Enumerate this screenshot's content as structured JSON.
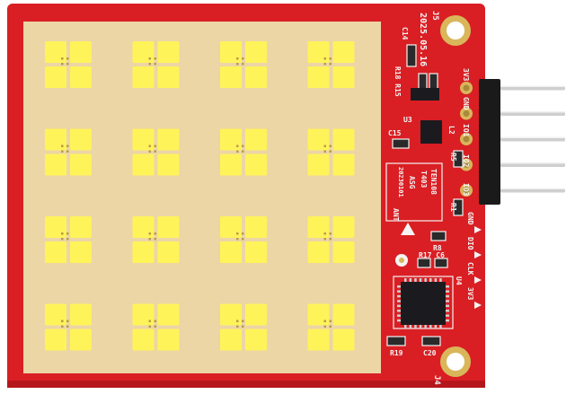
{
  "board": {
    "colors": {
      "pcb": "#d91f24",
      "pcb_dark": "#b5161b",
      "substrate": "#ecd6a6",
      "pad": "#fff35a",
      "silkscreen": "#f4f4f4",
      "chip": "#1b1b1f",
      "header": "#1a1a1a",
      "pin": "#cfcfcf",
      "gold": "#d9b65a"
    },
    "antenna_grid": {
      "rows": 4,
      "cols": 4
    },
    "silkscreen": {
      "date": "2025.05.16",
      "corner_top": "J5",
      "corner_bottom": "J4",
      "c14": "C14",
      "r18_r15": "R18 R15",
      "u3": "U3",
      "c15": "C15",
      "l2": "L2",
      "part_label_1": "TEN108",
      "part_label_2": "T403",
      "part_label_3": "ASG",
      "part_label_4": "20230101",
      "ant": "ANT",
      "r8": "R8",
      "r17_c6": "R17 C6",
      "u4": "U4",
      "r19": "R19",
      "c20": "C20",
      "r5": "R5",
      "r1": "R1",
      "pin_3v3": "3V3",
      "pin_gnd": "GND",
      "pin_io1": "IO1",
      "pin_io2": "IO2",
      "pin_io3": "IO3",
      "side_gnd": "GND",
      "side_dio": "DIO",
      "side_clk": "CLK",
      "side_3v3": "3V3"
    }
  }
}
